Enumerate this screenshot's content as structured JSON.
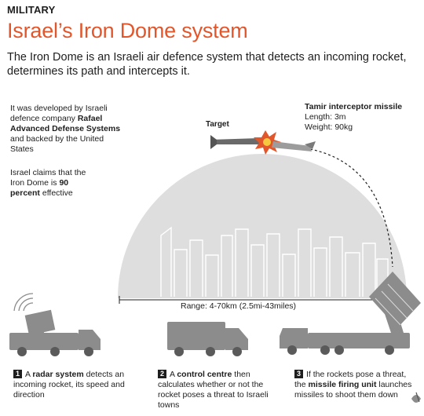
{
  "header": {
    "kicker": "MILITARY",
    "title": "Israel’s Iron Dome system",
    "intro": "The Iron Dome is an Israeli air defence system that detects an incoming rocket, determines its path and intercepts it."
  },
  "developer_note": {
    "pre": "It was developed by Israeli defence company ",
    "company": "Rafael Advanced Defense Systems",
    "post": " and backed by the United States"
  },
  "effectiveness_note": {
    "pre": "Israel claims that the Iron Dome is ",
    "value": "90 percent",
    "post": " effective"
  },
  "target_label": "Target",
  "missile": {
    "title": "Tamir interceptor missile",
    "length": "Length: 3m",
    "weight": "Weight: 90kg"
  },
  "range_label": "Range: 4-70km (2.5mi-43miles)",
  "steps": [
    {
      "num": "1",
      "pre": "A ",
      "bold": "radar system",
      "post": " detects an incoming rocket, its speed and direction"
    },
    {
      "num": "2",
      "pre": "A ",
      "bold": "control centre",
      "post": " then calculates whether or not the rocket poses a threat to Israeli towns"
    },
    {
      "num": "3",
      "pre": "If the rockets pose a threat, the ",
      "bold": "missile firing unit",
      "post": " launches missiles to shoot them down"
    }
  ],
  "colors": {
    "accent": "#e2562b",
    "dome": "#dcdcdc",
    "vehicle": "#8c8c8c",
    "text": "#1e1e1e"
  },
  "icons": [
    "radar-truck-icon",
    "control-centre-truck-icon",
    "missile-launcher-icon",
    "explosion-icon",
    "signal-waves-icon",
    "logo-icon"
  ]
}
